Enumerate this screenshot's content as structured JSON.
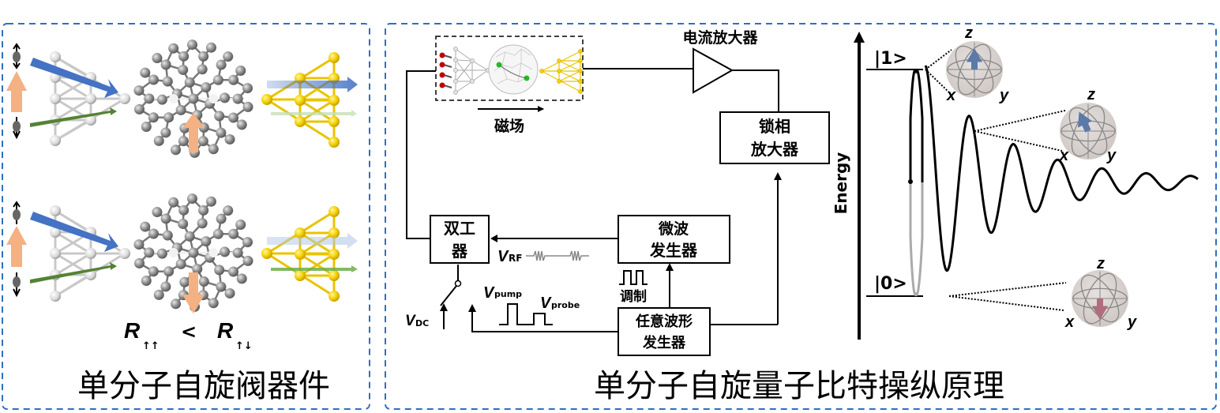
{
  "colors": {
    "panel_border": "#2f6fc0",
    "spin_up_arrow": "#f4b183",
    "blue_arrow": "#4472c4",
    "green_arrow": "#548235",
    "gold_atoms": "#f5d000",
    "bloch_sphere": "#d9d3d1",
    "bloch_arrow_up": "#5b7aa8",
    "bloch_arrow_down": "#b06d7e"
  },
  "left_panel": {
    "title": "单分子自旋阀器件",
    "resistance_left": "R",
    "resistance_left_sub": "↑↑",
    "comparison": "<",
    "resistance_right": "R",
    "resistance_right_sub": "↑↓"
  },
  "right_panel": {
    "title": "单分子自旋量子比特操纵原理",
    "circuit": {
      "magnetic_field_label": "磁场",
      "current_amplifier_label": "电流放大器",
      "lockin_amplifier_line1": "锁相",
      "lockin_amplifier_line2": "放大器",
      "diplexer_line1": "双工",
      "diplexer_line2": "器",
      "microwave_gen_line1": "微波",
      "microwave_gen_line2": "发生器",
      "awg_line1": "任意波形",
      "awg_line2": "发生器",
      "modulation_label": "调制",
      "v_rf": "V",
      "v_rf_sub": "RF",
      "v_dc": "V",
      "v_dc_sub": "DC",
      "v_pump": "V",
      "v_pump_sub": "pump",
      "v_probe": "V",
      "v_probe_sub": "probe"
    },
    "energy": {
      "axis_label": "Energy",
      "state_1": "|1>",
      "state_0": "|0>",
      "bloch_axes": {
        "z": "z",
        "x": "x",
        "y": "y"
      }
    }
  }
}
